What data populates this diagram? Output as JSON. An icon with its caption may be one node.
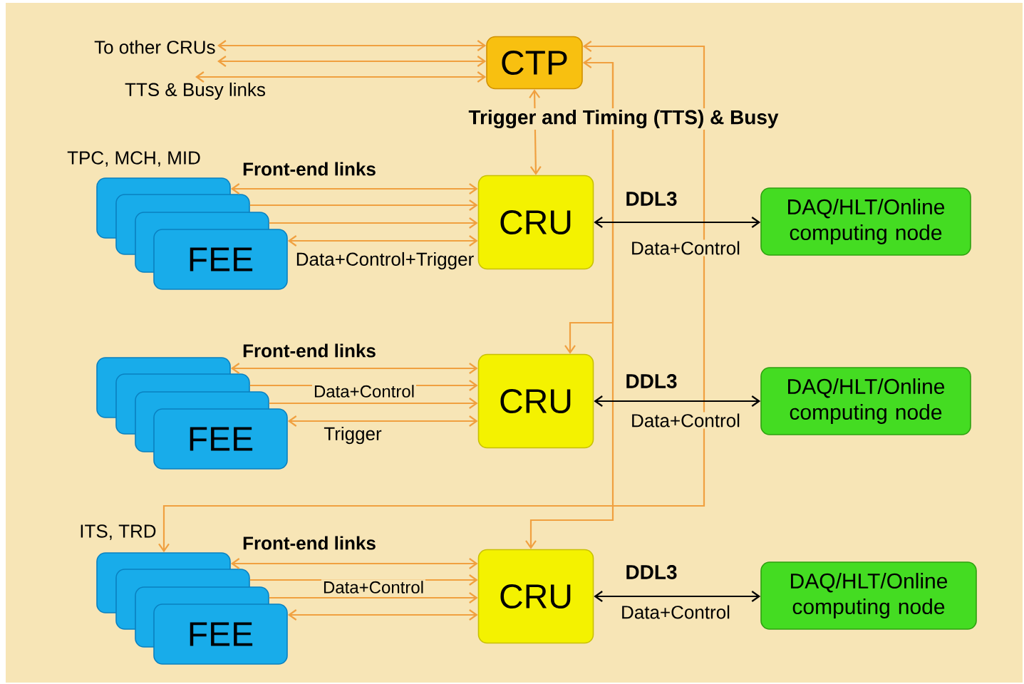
{
  "diagram": {
    "nodes": [
      {
        "text": [
          "CTP"
        ]
      },
      {
        "text": [],
        "shape": "box"
      },
      {
        "text": [],
        "shape": "box"
      },
      {
        "text": [],
        "shape": "box"
      },
      {
        "text": [
          "FEE"
        ]
      },
      {
        "text": [
          "CRU"
        ]
      },
      {
        "text": [
          "DAQ/HLT/Online computing node"
        ]
      },
      {
        "text": [],
        "shape": "box"
      },
      {
        "text": [],
        "shape": "box"
      },
      {
        "text": [],
        "shape": "box"
      },
      {
        "text": [
          "FEE"
        ]
      },
      {
        "text": [
          "CRU"
        ]
      },
      {
        "text": [
          "DAQ/HLT/Online computing node"
        ]
      },
      {
        "text": [],
        "shape": "box"
      },
      {
        "text": [],
        "shape": "box"
      },
      {
        "text": [],
        "shape": "box"
      },
      {
        "text": [
          "FEE"
        ]
      },
      {
        "text": [
          "CRU"
        ]
      },
      {
        "text": [
          "DAQ/HLT/Online computing node"
        ]
      },
      {
        "text": [
          "To other CRUs"
        ]
      },
      {
        "text": [
          "TTS & Busy links"
        ]
      }
    ],
    "edges": [
      {
        "from": 19,
        "to": 0,
        "arrow": "both"
      },
      {
        "from": 19,
        "to": 0,
        "arrow": "both"
      },
      {
        "from": 20,
        "to": 0,
        "arrow": "both"
      },
      {
        "from": 0,
        "to": 5,
        "arrow": "both",
        "label": "Trigger and Timing (TTS) & Busy"
      },
      {
        "from": 0,
        "to": 11,
        "arrow": "both"
      },
      {
        "from": 0,
        "to": 17,
        "arrow": "both"
      },
      {
        "from": 0,
        "to": 13,
        "arrow": "both"
      },
      {
        "from": 1,
        "to": 5,
        "arrow": "both"
      },
      {
        "from": 2,
        "to": 5,
        "arrow": "to"
      },
      {
        "from": 3,
        "to": 5,
        "arrow": "to"
      },
      {
        "from": 4,
        "to": 5,
        "arrow": "both"
      },
      {
        "from": 5,
        "to": 6,
        "arrow": "both",
        "color": "#000000",
        "label": "DDL3"
      },
      {
        "from": 7,
        "to": 11,
        "arrow": "both"
      },
      {
        "from": 8,
        "to": 11,
        "arrow": "to"
      },
      {
        "from": 9,
        "to": 11,
        "arrow": "to"
      },
      {
        "from": 10,
        "to": 11,
        "arrow": "both"
      },
      {
        "from": 11,
        "to": 12,
        "arrow": "both",
        "color": "#000000",
        "label": "DDL3"
      },
      {
        "from": 13,
        "to": 17,
        "arrow": "both"
      },
      {
        "from": 14,
        "to": 17,
        "arrow": "to"
      },
      {
        "from": 15,
        "to": 17,
        "arrow": "to"
      },
      {
        "from": 16,
        "to": 17,
        "arrow": "both"
      },
      {
        "from": 17,
        "to": 18,
        "arrow": "both",
        "color": "#000000",
        "label": "DDL3"
      }
    ],
    "labels": [
      "TPC, MCH, MID",
      "Front-end links",
      "Data+Control+Trigger",
      "Data+Control",
      "Front-end links",
      "Data+Control",
      "Data+Control",
      "Trigger",
      "ITS, TRD",
      "Front-end links",
      "Data+Control",
      "Data+Control"
    ]
  }
}
